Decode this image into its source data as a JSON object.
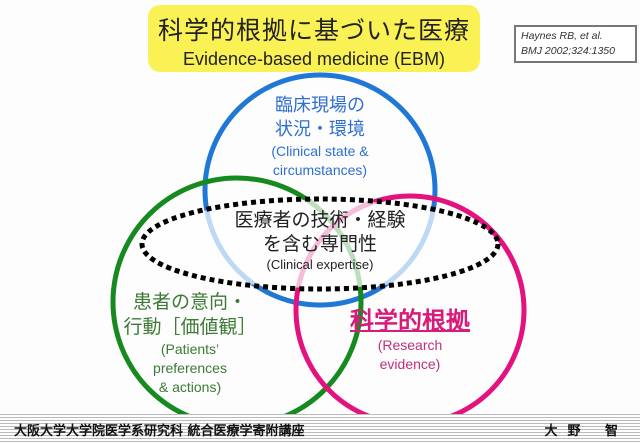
{
  "title": {
    "japanese": "科学的根拠に基づいた医療",
    "english": "Evidence-based medicine (EBM)"
  },
  "reference": {
    "line1": "Haynes RB, et al.",
    "line2": "BMJ 2002;324:1350"
  },
  "circles": {
    "clinical_state": {
      "jp_line1": "臨床現場の",
      "jp_line2": "状況・環境",
      "en_line1": "(Clinical state &",
      "en_line2": "circumstances)",
      "color": "#1f78d6"
    },
    "clinical_expertise": {
      "jp_line1": "医療者の技術・経験",
      "jp_line2": "を含む専門性",
      "en_line1": "(Clinical expertise)",
      "color": "#000000",
      "style": "dotted"
    },
    "patients": {
      "jp_line1": "患者の意向・",
      "jp_line2": "行動［価値観］",
      "en_line1": "(Patients’",
      "en_line2": "preferences",
      "en_line3": "& actions)",
      "color": "#168a1e"
    },
    "research": {
      "jp_line1": "科学的根拠",
      "en_line1": "(Research",
      "en_line2": "evidence)",
      "color": "#e3127e"
    }
  },
  "footer": {
    "institution": "大阪大学大学院医学系研究科 統合医療学寄附講座",
    "author": "大野 智"
  }
}
